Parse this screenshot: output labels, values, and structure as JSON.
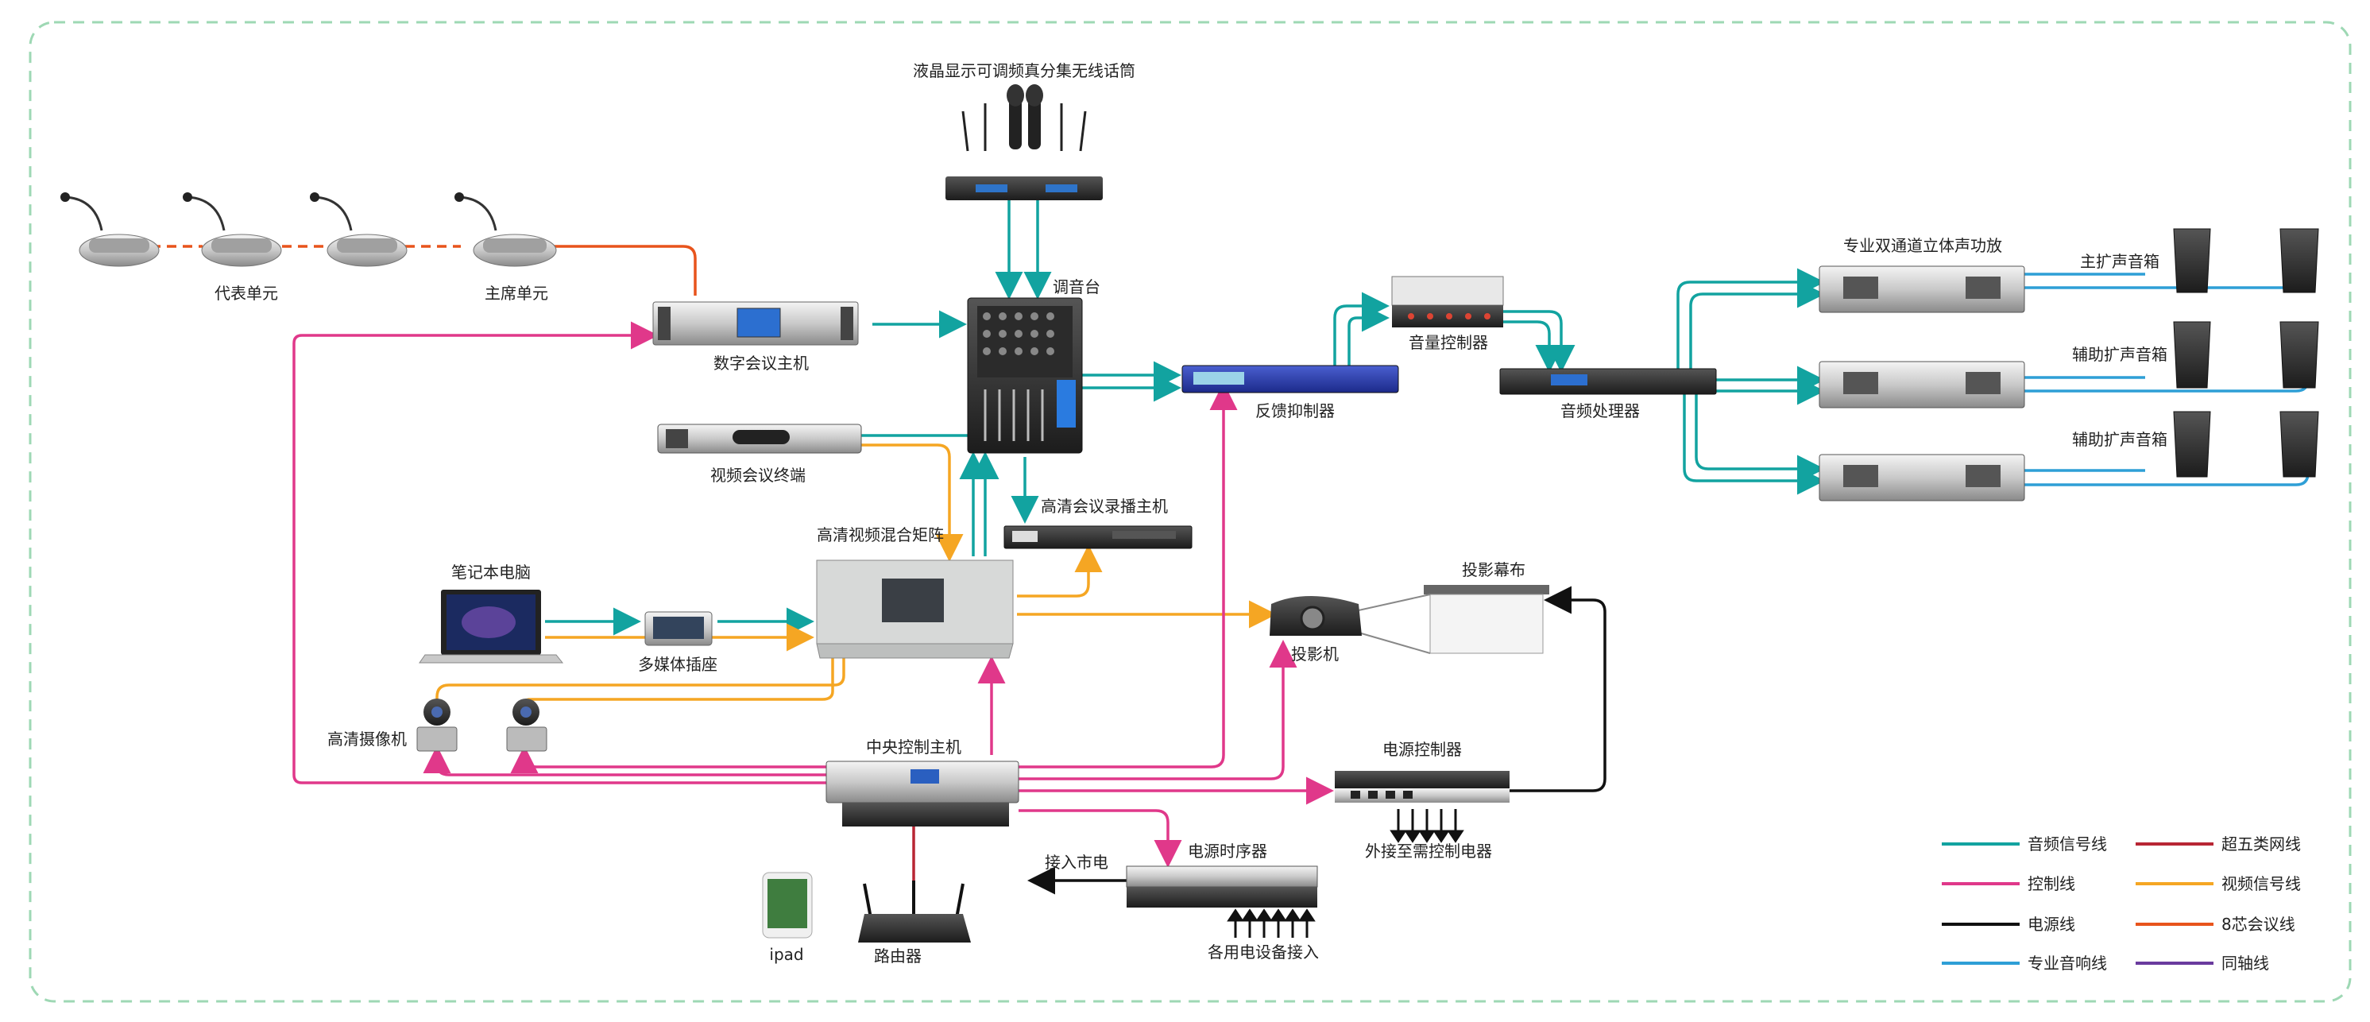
{
  "colors": {
    "audio": "#12A3A0",
    "control": "#E0388A",
    "power": "#111111",
    "speaker": "#2E9FD6",
    "cat5": "#B82634",
    "video": "#F5A623",
    "conf8": "#E8541C",
    "coax": "#6A3B9E",
    "border": "#9ED8B4"
  },
  "labels": {
    "wireless_mic": "液晶显示可调频真分集无线话筒",
    "mixer": "调音台",
    "delegate": "代表单元",
    "chairman": "主席单元",
    "conf_host": "数字会议主机",
    "video_terminal": "视频会议终端",
    "hd_recorder": "高清会议录播主机",
    "hd_matrix": "高清视频混合矩阵",
    "laptop": "笔记本电脑",
    "multimedia_socket": "多媒体插座",
    "hd_camera": "高清摄像机",
    "central_control": "中央控制主机",
    "feedback": "反馈抑制器",
    "volume_ctrl": "音量控制器",
    "audio_proc": "音频处理器",
    "amp_title": "专业双通道立体声功放",
    "main_speaker": "主扩声音箱",
    "aux_speaker_1": "辅助扩声音箱",
    "aux_speaker_2": "辅助扩声音箱",
    "screen": "投影幕布",
    "projector": "投影机",
    "power_ctrl": "电源控制器",
    "power_ext": "外接至需控制电器",
    "power_seq": "电源时序器",
    "mains": "接入市电",
    "backup": "各用电设备接入",
    "ipad": "ipad",
    "router": "路由器"
  },
  "legend": [
    {
      "key": "audio",
      "label": "音频信号线"
    },
    {
      "key": "cat5",
      "label": "超五类网线"
    },
    {
      "key": "control",
      "label": "控制线"
    },
    {
      "key": "video",
      "label": "视频信号线"
    },
    {
      "key": "power",
      "label": "电源线"
    },
    {
      "key": "conf8",
      "label": "8芯会议线"
    },
    {
      "key": "speaker",
      "label": "专业音响线"
    },
    {
      "key": "coax",
      "label": "同轴线"
    }
  ]
}
